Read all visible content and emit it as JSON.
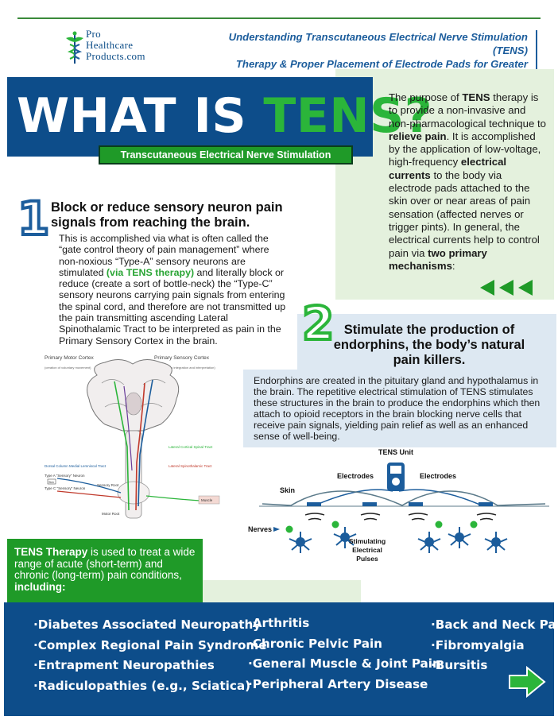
{
  "header": {
    "logo_line1": "Pro",
    "logo_line2": "Healthcare",
    "logo_line3": "Products.com",
    "title_line1": "Understanding Transcutaneous Electrical Nerve Stimulation (TENS)",
    "title_line2": "Therapy & Proper Placement of Electrode Pads for Greater Efficacy"
  },
  "banner": {
    "title_part1": "WHAT IS ",
    "title_part2": "TENS?",
    "subtitle": "Transcutaneous Electrical Nerve Stimulation"
  },
  "purpose": {
    "t1": "The purpose of ",
    "b1": "TENS",
    "t2": " therapy is to provide a non-invasive and non-pharmacological technique to ",
    "b2": "relieve pain",
    "t3": ". It is accomplished by the application of low-voltage, high-frequency ",
    "b3": "electrical currents",
    "t4": " to the body via electrode pads attached to the skin over or near areas of pain sensation (affected nerves or trigger pints). In general, the electrical currents help to control pain via ",
    "b4": "two primary mechanisms",
    "t5": ":"
  },
  "mechanism1": {
    "number": "1",
    "heading": "Block or reduce sensory neuron pain signals from reaching the brain.",
    "t1": "This is accomplished via what is often called the “gate control theory of pain management” where non-noxious “Type-A” sensory neurons are stimulated ",
    "g1": "(via TENS therapy)",
    "t2": " and literally block or reduce (create a sort of bottle-neck) the “Type-C” sensory neurons carrying pain signals from entering the spinal cord, and therefore are not transmitted up the pain transmitting ascending Lateral Spinothalamic Tract to be interpreted as pain in the Primary Sensory Cortex in the brain."
  },
  "brain_diagram": {
    "primary_motor_cortex": "Primary Motor Cortex",
    "motor_sub": "(creation of voluntary movement)",
    "primary_sensory_cortex": "Primary Sensory Cortex",
    "sensory_sub": "(sensory integration and interpretation)",
    "lateral_corticospinal": "Lateral Cortical Spinal Tract",
    "lateral_spinothalamic": "Lateral Spinothalamic Tract",
    "dorsal_column": "Dorsal Column Medial Lemniscal Tract",
    "type_a": "Type A \"Sensory\" Neuron",
    "type_c": "Type C \"Sensory\" Neuron",
    "sensory_root": "Sensory Root",
    "motor_root": "Motor Root",
    "muscle": "Muscle",
    "skin": "Skin"
  },
  "mechanism2": {
    "number": "2",
    "heading": "Stimulate the production of endorphins, the body’s natural pain killers.",
    "body": "Endorphins are created in the pituitary gland and hypothalamus in the brain. The repetitive electrical stimulation of TENS stimulates these structures in the brain to produce the endorphins which then attach to opioid receptors in the brain blocking nerve cells that receive pain signals, yielding pain relief as well as an enhanced sense of well-being."
  },
  "tens_diagram": {
    "unit_label": "TENS Unit",
    "electrodes_left": "Electrodes",
    "electrodes_right": "Electrodes",
    "skin_label": "Skin",
    "nerves_label": "Nerves",
    "pulses_line1": "Stimulating",
    "pulses_line2": "Electrical",
    "pulses_line3": "Pulses"
  },
  "conditions": {
    "intro_b1": "TENS Therapy",
    "intro_t1": " is used to treat a wide range of acute (short-term) and chronic (long-term) pain conditions, ",
    "intro_b2": "including:",
    "col1": [
      "·Diabetes Associated Neuropathy",
      "·Complex Regional Pain Syndrome",
      "·Entrapment Neuropathies",
      "·Radiculopathies (e.g., Sciatica)"
    ],
    "col2": [
      "·Arthritis",
      "·Chronic Pelvic Pain",
      "·General Muscle & Joint Pain",
      "·Peripheral Artery Disease"
    ],
    "col3": [
      "·Back and Neck Pain",
      "·Fibromyalgia",
      "·Bursitis"
    ]
  },
  "colors": {
    "navy": "#0d4d8a",
    "green": "#1f9a28",
    "bright_green": "#2bb53a",
    "light_green_panel": "#e4f1dd",
    "light_blue_panel": "#dde8f2"
  },
  "icons": {
    "logo": "caduceus-icon",
    "arrows": "triple-left-arrow-icon",
    "next": "right-arrow-icon"
  }
}
